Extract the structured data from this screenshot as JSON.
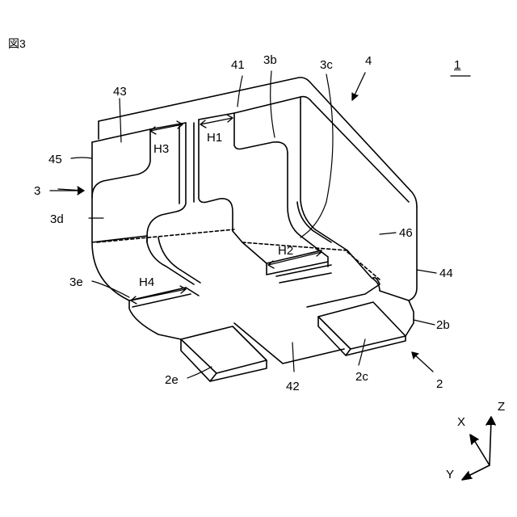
{
  "figure_title": "図3",
  "ref": {
    "r1": "1",
    "r4": "4",
    "r41": "41",
    "r3b": "3b",
    "r3c": "3c",
    "r43": "43",
    "r45": "45",
    "r3": "3",
    "r3d": "3d",
    "r3e": "3e",
    "r46": "46",
    "r44": "44",
    "r2b": "2b",
    "r2": "2",
    "r2c": "2c",
    "r2e": "2e",
    "r42": "42"
  },
  "dims": {
    "h1": "H1",
    "h2": "H2",
    "h3": "H3",
    "h4": "H4"
  },
  "axes": {
    "x": "X",
    "y": "Y",
    "z": "Z"
  }
}
